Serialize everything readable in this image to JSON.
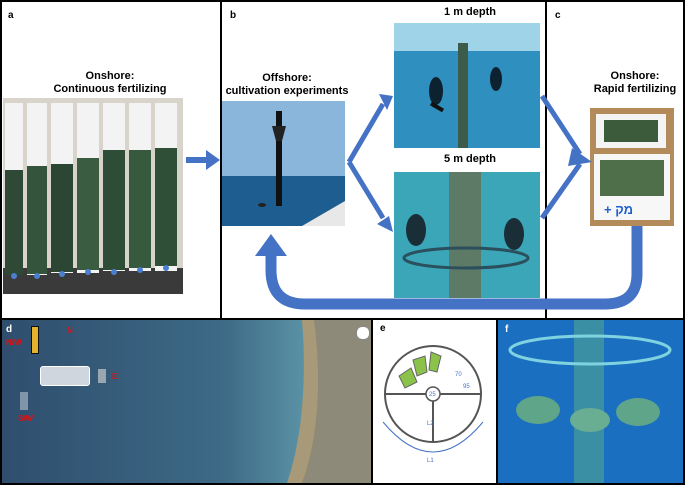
{
  "panels": {
    "a": {
      "label": "a",
      "title_line1": "Onshore:",
      "title_line2": "Continuous fertilizing"
    },
    "b": {
      "label": "b",
      "title_line1": "Offshore:",
      "title_line2": "cultivation experiments",
      "depth1": "1 m depth",
      "depth5": "5 m depth"
    },
    "c": {
      "label": "c",
      "title_line1": "Onshore:",
      "title_line2": "Rapid fertilizing",
      "box_text": "+ מק"
    },
    "d": {
      "label": "d",
      "compass_nw": "N/W",
      "compass_n": "N",
      "compass_e": "E",
      "compass_sw": "S/W"
    },
    "e": {
      "label": "e",
      "dim_70": "70",
      "dim_95": "95",
      "dim_25": "25",
      "dim_l2": "L2",
      "dim_l1": "L1"
    },
    "f": {
      "label": "f"
    }
  },
  "colors": {
    "arrow": "#4472c4",
    "border": "#000000",
    "compass_red": "#e01010"
  }
}
